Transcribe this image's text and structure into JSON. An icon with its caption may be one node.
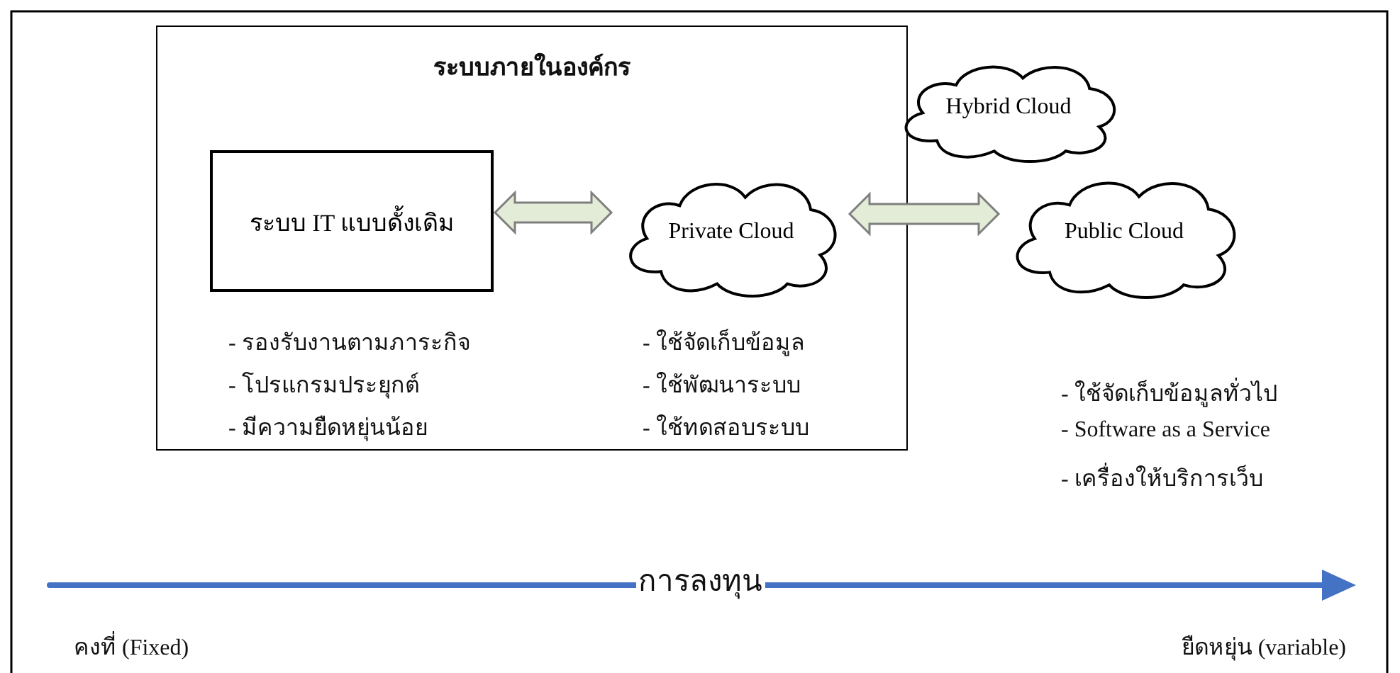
{
  "diagram": {
    "nodes": [
      {
        "text": [
          "ระบบภายในองค์กร"
        ]
      },
      {
        "text": [
          "ระบบ IT แบบดั้งเดิม"
        ],
        "in": 0,
        "beside": [
          "- รองรับงานตามภาระกิจ",
          "- โปรแกรมประยุกต์",
          "- มีความยืดหยุ่นน้อย"
        ]
      },
      {
        "text": [
          "Private Cloud"
        ],
        "in": 0,
        "beside": [
          "- ใช้จัดเก็บข้อมูล",
          "- ใช้พัฒนาระบบ",
          "- ใช้ทดสอบระบบ"
        ]
      },
      {
        "text": [
          "Hybrid Cloud"
        ]
      },
      {
        "text": [
          "Public Cloud"
        ],
        "beside": [
          "- ใช้จัดเก็บข้อมูลทั่วไป",
          "- Software as a Service",
          "- เครื่องให้บริการเว็บ"
        ]
      }
    ],
    "edges": [
      {
        "from": 1,
        "to": 2,
        "arrow": "both"
      },
      {
        "from": 2,
        "to": 4,
        "arrow": "both"
      }
    ],
    "labels": [
      "การลงทุน",
      "คงที่ (Fixed)",
      "ยืดหยุ่น (variable)"
    ]
  }
}
